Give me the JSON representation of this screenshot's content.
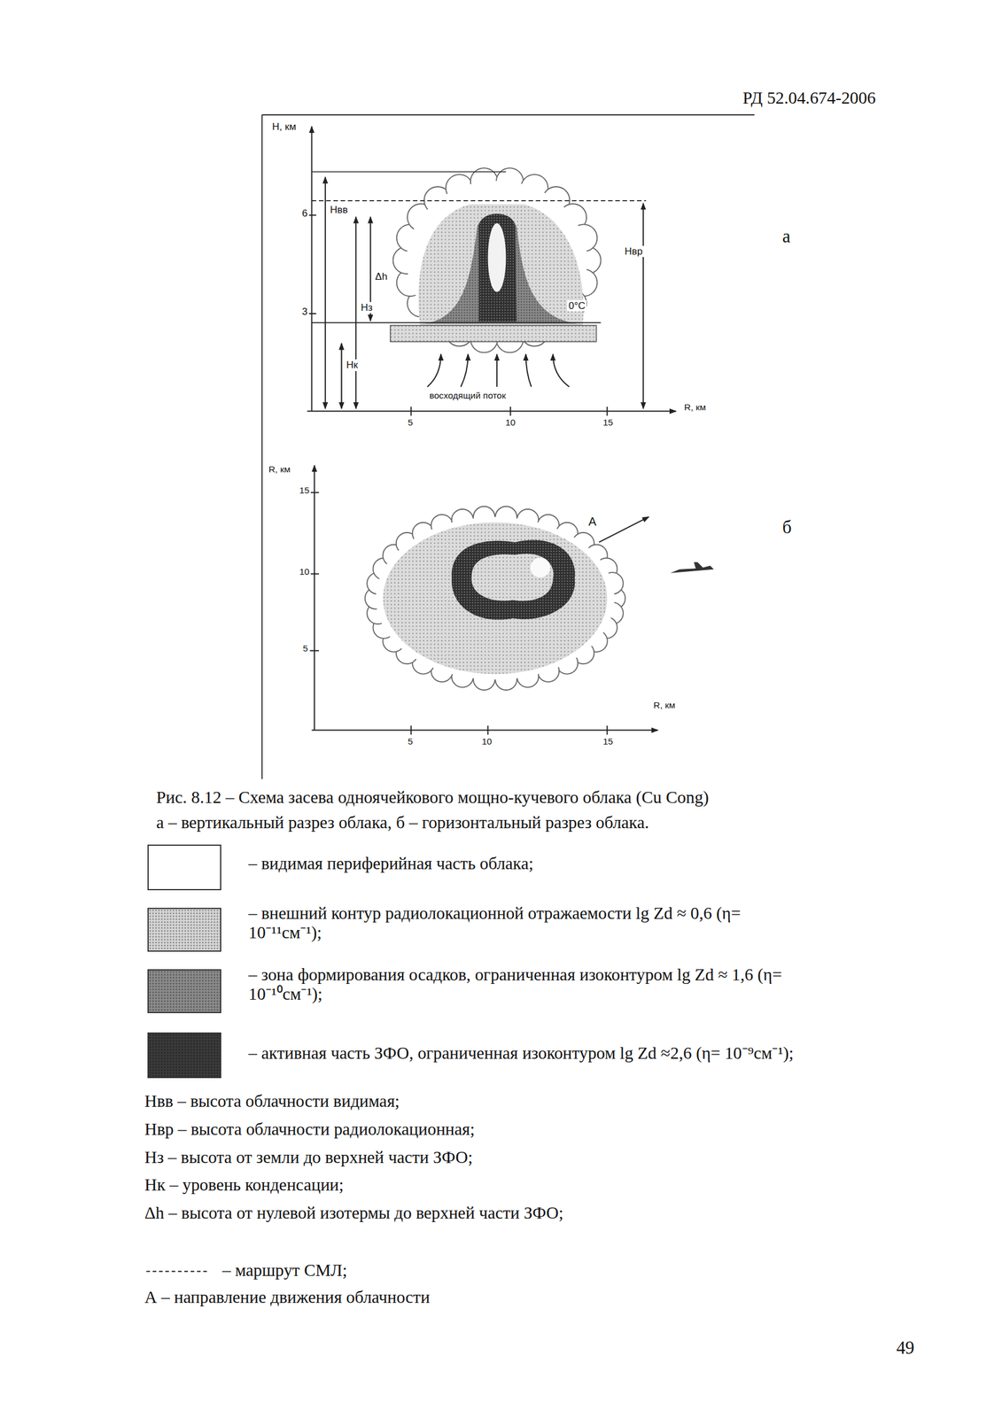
{
  "diagram": {
    "title": "Рис. 8.12 – Схема засева одноячейкового мощно-кучевого облака (Cu Cong)",
    "caption": "а – вертикальный разрез облака, б – горизонтальный разрез облака.",
    "labels": [
      "РД 52.04.674-2006",
      "H, км",
      "6",
      "Hвв",
      "Δh",
      "Hз",
      "3",
      "Hк",
      "Hвр",
      "0°C",
      "восходящий поток",
      "R, км",
      "5",
      "10",
      "15",
      "а",
      "R, км",
      "15",
      "10",
      "5",
      "A",
      "б",
      "R, км",
      "5",
      "10",
      "15",
      "Нвв – высота облачности видимая;",
      "Нвр – высота облачности радиолокационная;",
      "Нз – высота от земли до верхней части ЗФО;",
      "Нк – уровень конденсации;",
      "Δh – высота от нулевой изотермы до верхней части ЗФО;",
      "А – направление движения облачности",
      "49"
    ],
    "legend": [
      {
        "text": "– видимая периферийная часть облака;",
        "color": "#ffffff"
      },
      {
        "text": "– внешний контур радиолокационной отражаемости lg Zd ≈ 0,6 (η= 10⁻¹¹см⁻¹);",
        "color": "#d4d4d4"
      },
      {
        "text": "– зона формирования осадков, ограниченная изоконтуром lg Zd ≈ 1,6 (η= 10⁻¹⁰см⁻¹);",
        "color": "#8a8a8a"
      },
      {
        "text": "– активная часть ЗФО, ограниченная изоконтуром lg Zd ≈2,6 (η= 10⁻⁹см⁻¹);",
        "color": "#3a3a3a"
      },
      {
        "text": "– маршрут СМЛ;"
      }
    ]
  }
}
